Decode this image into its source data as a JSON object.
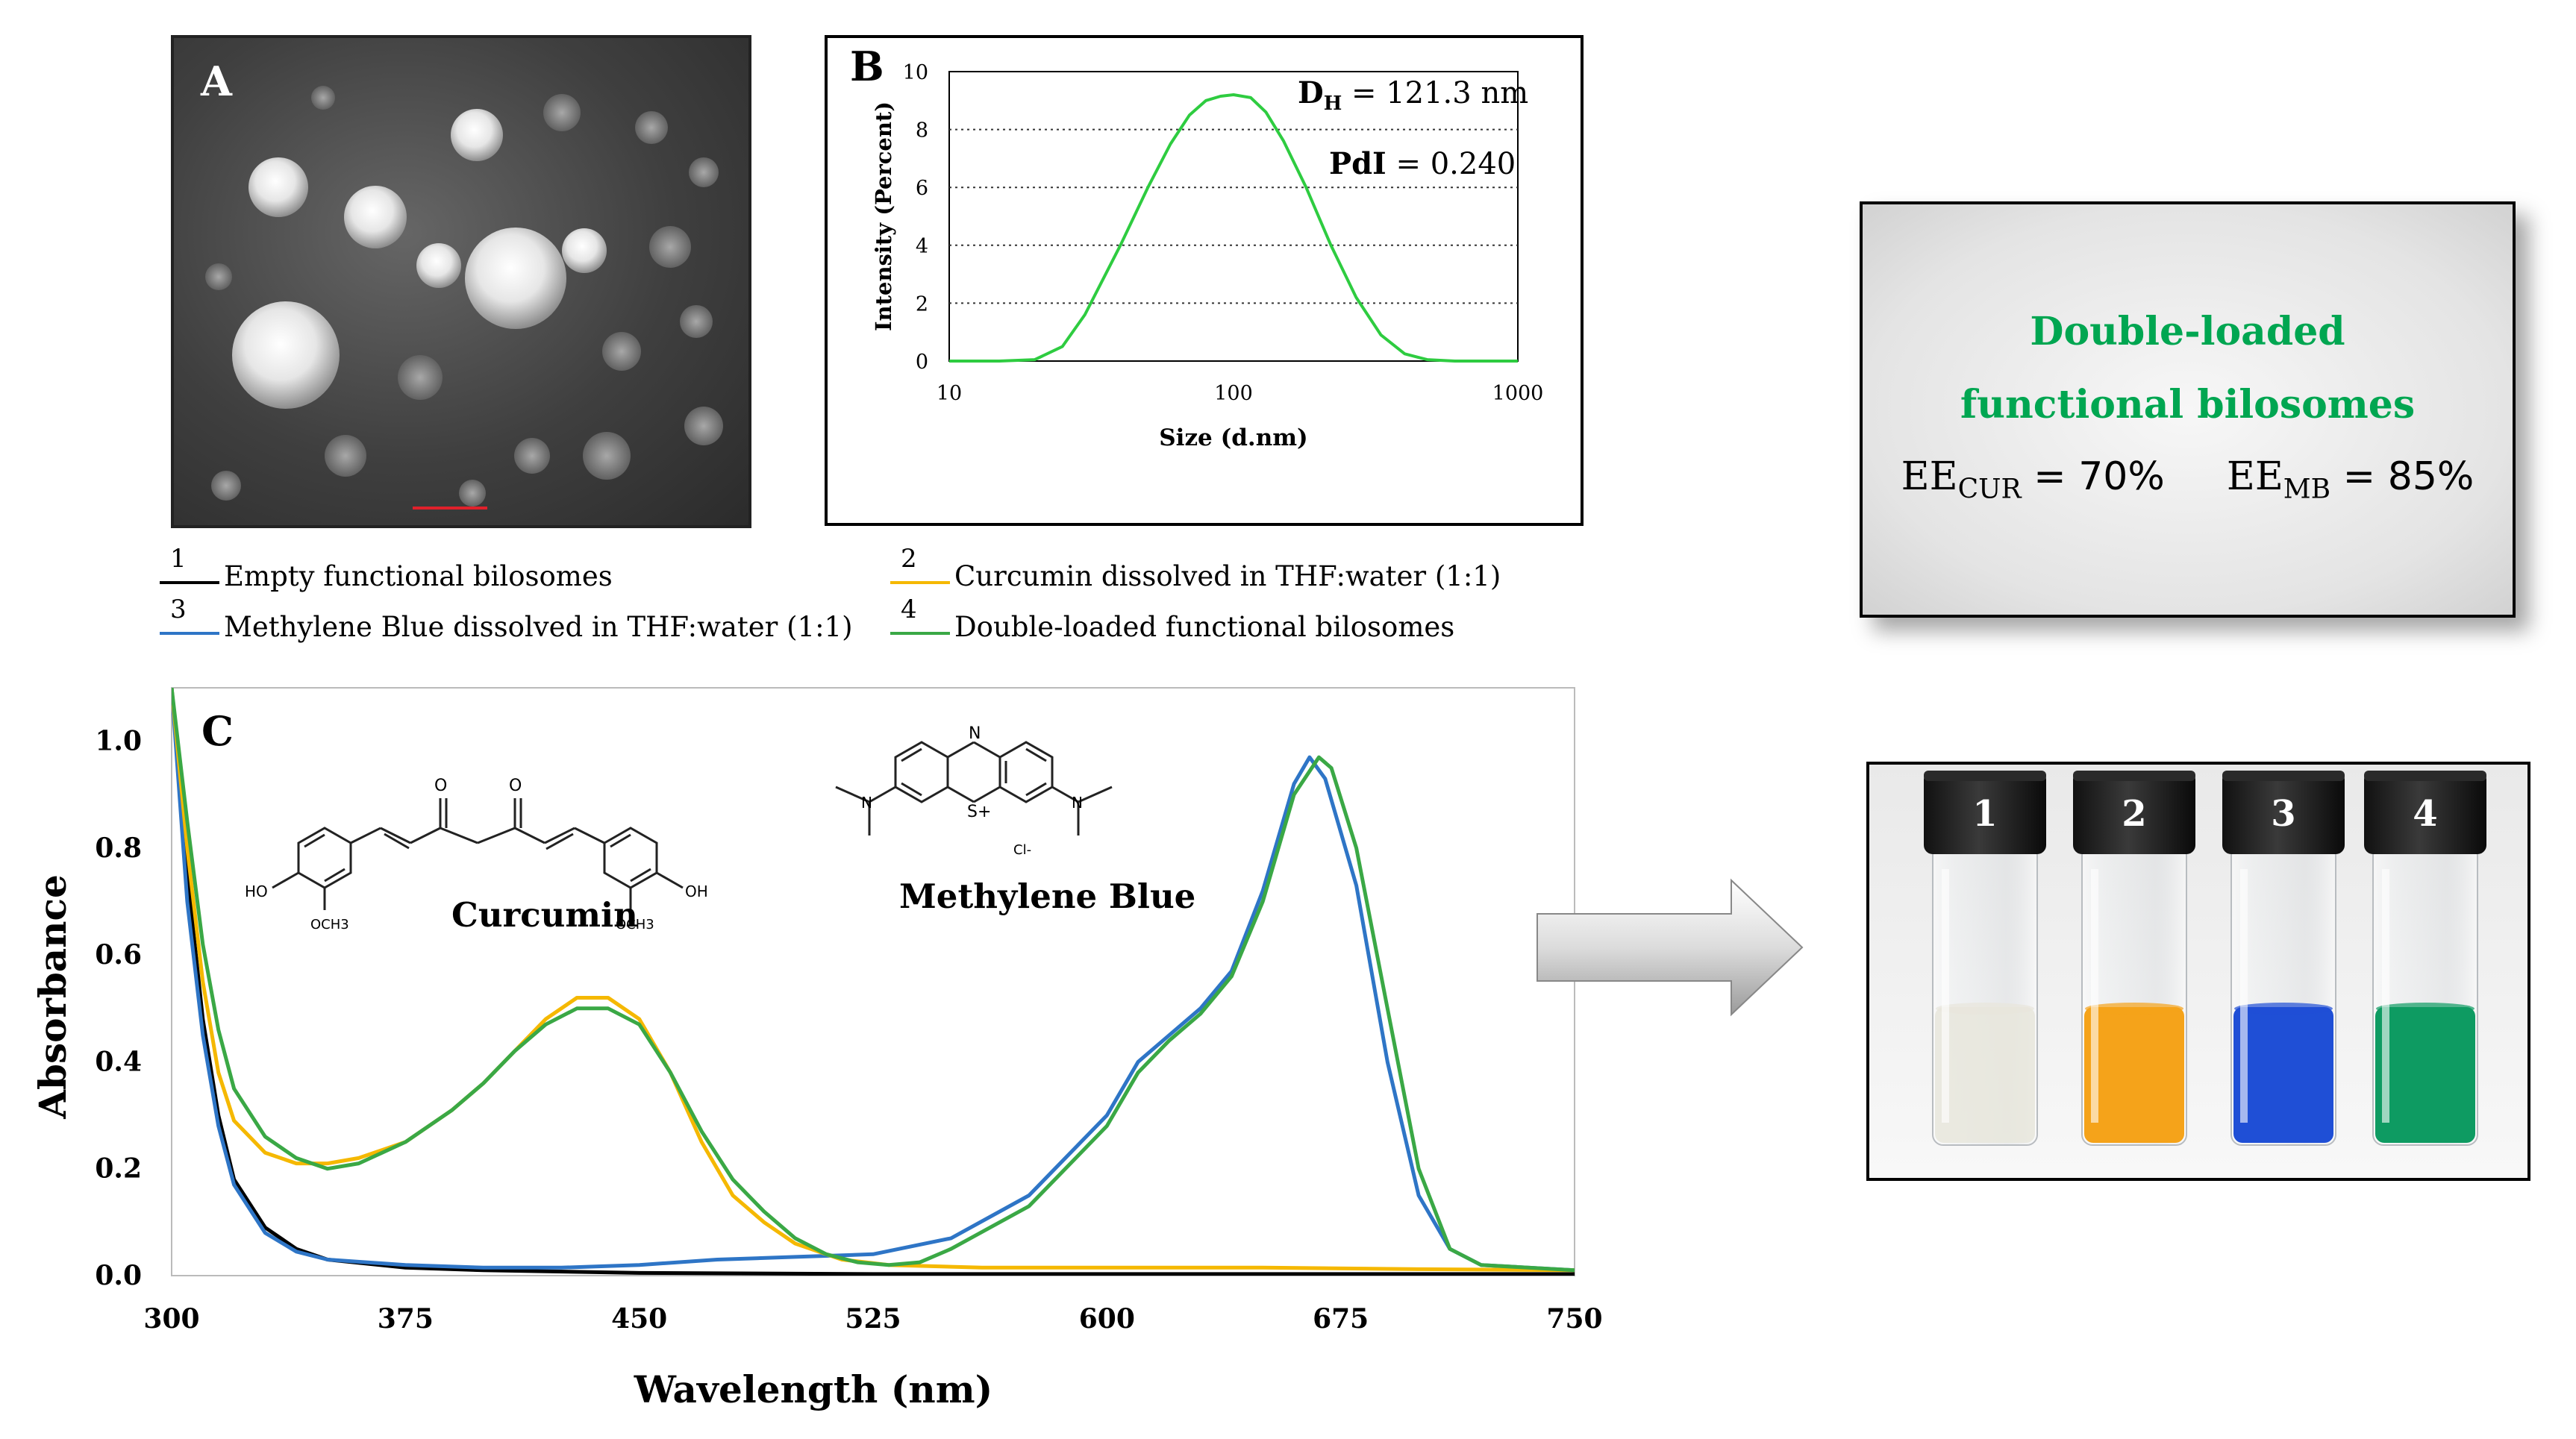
{
  "panel_a": {
    "letter": "A"
  },
  "panel_b": {
    "letter": "B",
    "annotation_dh_main": "D",
    "annotation_dh_sub": "H",
    "annotation_dh_value": " = 121.3 nm",
    "annotation_pdi_label": "PdI",
    "annotation_pdi_value": " = 0.240"
  },
  "legend": [
    {
      "num": "1",
      "label": "Empty functional bilosomes",
      "color": "#000000"
    },
    {
      "num": "2",
      "label": "Curcumin dissolved in THF:water (1:1)",
      "color": "#f5b800"
    },
    {
      "num": "3",
      "label": "Methylene Blue dissolved in THF:water (1:1)",
      "color": "#2e75c6"
    },
    {
      "num": "4",
      "label": "Double-loaded functional bilosomes",
      "color": "#3aa845"
    }
  ],
  "panel_c": {
    "letter": "C",
    "curcumin_label": "Curcumin",
    "mb_label": "Methylene Blue",
    "curcumin_subs": {
      "ho": "HO",
      "och3_left": "OCH3",
      "och3_right": "OCH3",
      "oh": "OH",
      "o1": "O",
      "o2": "O"
    },
    "mb_subs": {
      "n_top": "N",
      "s_plus": "S+",
      "cl": "Cl-",
      "n_left": "N",
      "n_right": "N"
    }
  },
  "ee_box": {
    "title_line1": "Double-loaded",
    "title_line2": "functional bilosomes",
    "ee_cur_main": "EE",
    "ee_cur_sub": "CUR",
    "ee_cur_value": "= 70%",
    "ee_mb_main": "EE",
    "ee_mb_sub": "MB",
    "ee_mb_value": "= 85%",
    "title_color": "#00a651"
  },
  "photo": {
    "vials": [
      {
        "label": "1",
        "liquid_color": "#e8e6dc"
      },
      {
        "label": "2",
        "liquid_color": "#f5a31a"
      },
      {
        "label": "3",
        "liquid_color": "#1f4fd6"
      },
      {
        "label": "4",
        "liquid_color": "#0e9b62"
      }
    ]
  },
  "chart_data": [
    {
      "type": "line",
      "title": "",
      "xlabel": "Size (d.nm)",
      "ylabel": "Intensity (Percent)",
      "xscale": "log",
      "xlim": [
        10,
        1000
      ],
      "ylim": [
        0,
        10
      ],
      "xticks": [
        "10",
        "100",
        "1000"
      ],
      "yticks": [
        "0",
        "2",
        "4",
        "6",
        "8",
        "10"
      ],
      "grid": "dotted horizontal",
      "series": [
        {
          "color": "#2ecc40",
          "points": [
            [
              10,
              0
            ],
            [
              15,
              0
            ],
            [
              20,
              0.05
            ],
            [
              25,
              0.5
            ],
            [
              30,
              1.6
            ],
            [
              40,
              4.0
            ],
            [
              50,
              6.0
            ],
            [
              60,
              7.5
            ],
            [
              70,
              8.5
            ],
            [
              80,
              9.0
            ],
            [
              90,
              9.15
            ],
            [
              100,
              9.2
            ],
            [
              115,
              9.1
            ],
            [
              130,
              8.6
            ],
            [
              150,
              7.6
            ],
            [
              180,
              6.0
            ],
            [
              220,
              4.0
            ],
            [
              270,
              2.2
            ],
            [
              330,
              0.9
            ],
            [
              400,
              0.25
            ],
            [
              480,
              0.05
            ],
            [
              600,
              0
            ],
            [
              1000,
              0
            ]
          ]
        }
      ]
    },
    {
      "type": "line",
      "title": "",
      "xlabel": "Wavelength (nm)",
      "ylabel": "Absorbance",
      "xlim": [
        300,
        750
      ],
      "ylim": [
        0,
        1.1
      ],
      "xticks": [
        "300",
        "375",
        "450",
        "525",
        "600",
        "675",
        "750"
      ],
      "yticks": [
        "0.0",
        "0.2",
        "0.4",
        "0.6",
        "0.8",
        "1.0"
      ],
      "series": [
        {
          "name": "Empty functional bilosomes",
          "color": "#000000",
          "points": [
            [
              300,
              1.1
            ],
            [
              305,
              0.75
            ],
            [
              310,
              0.48
            ],
            [
              315,
              0.3
            ],
            [
              320,
              0.18
            ],
            [
              330,
              0.09
            ],
            [
              340,
              0.05
            ],
            [
              350,
              0.03
            ],
            [
              375,
              0.015
            ],
            [
              400,
              0.01
            ],
            [
              450,
              0.005
            ],
            [
              525,
              0.003
            ],
            [
              600,
              0.003
            ],
            [
              675,
              0.003
            ],
            [
              750,
              0.003
            ]
          ]
        },
        {
          "name": "Curcumin dissolved in THF:water (1:1)",
          "color": "#f5b800",
          "points": [
            [
              300,
              1.1
            ],
            [
              305,
              0.8
            ],
            [
              310,
              0.55
            ],
            [
              315,
              0.38
            ],
            [
              320,
              0.29
            ],
            [
              330,
              0.23
            ],
            [
              340,
              0.21
            ],
            [
              350,
              0.21
            ],
            [
              360,
              0.22
            ],
            [
              375,
              0.25
            ],
            [
              390,
              0.31
            ],
            [
              400,
              0.36
            ],
            [
              410,
              0.42
            ],
            [
              420,
              0.48
            ],
            [
              430,
              0.52
            ],
            [
              440,
              0.52
            ],
            [
              450,
              0.48
            ],
            [
              460,
              0.38
            ],
            [
              470,
              0.25
            ],
            [
              480,
              0.15
            ],
            [
              490,
              0.1
            ],
            [
              500,
              0.06
            ],
            [
              515,
              0.03
            ],
            [
              530,
              0.02
            ],
            [
              560,
              0.015
            ],
            [
              600,
              0.015
            ],
            [
              650,
              0.015
            ],
            [
              700,
              0.012
            ],
            [
              750,
              0.01
            ]
          ]
        },
        {
          "name": "Methylene Blue dissolved in THF:water (1:1)",
          "color": "#2e75c6",
          "points": [
            [
              300,
              1.1
            ],
            [
              305,
              0.7
            ],
            [
              310,
              0.45
            ],
            [
              315,
              0.28
            ],
            [
              320,
              0.17
            ],
            [
              330,
              0.08
            ],
            [
              340,
              0.045
            ],
            [
              350,
              0.03
            ],
            [
              375,
              0.02
            ],
            [
              400,
              0.015
            ],
            [
              425,
              0.015
            ],
            [
              450,
              0.02
            ],
            [
              475,
              0.03
            ],
            [
              500,
              0.035
            ],
            [
              525,
              0.04
            ],
            [
              550,
              0.07
            ],
            [
              575,
              0.15
            ],
            [
              600,
              0.3
            ],
            [
              610,
              0.4
            ],
            [
              620,
              0.45
            ],
            [
              630,
              0.5
            ],
            [
              640,
              0.57
            ],
            [
              650,
              0.72
            ],
            [
              660,
              0.92
            ],
            [
              665,
              0.97
            ],
            [
              670,
              0.93
            ],
            [
              680,
              0.73
            ],
            [
              690,
              0.4
            ],
            [
              700,
              0.15
            ],
            [
              710,
              0.05
            ],
            [
              720,
              0.02
            ],
            [
              750,
              0.01
            ]
          ]
        },
        {
          "name": "Double-loaded functional bilosomes",
          "color": "#3aa845",
          "points": [
            [
              300,
              1.1
            ],
            [
              305,
              0.85
            ],
            [
              310,
              0.62
            ],
            [
              315,
              0.46
            ],
            [
              320,
              0.35
            ],
            [
              330,
              0.26
            ],
            [
              340,
              0.22
            ],
            [
              350,
              0.2
            ],
            [
              360,
              0.21
            ],
            [
              375,
              0.25
            ],
            [
              390,
              0.31
            ],
            [
              400,
              0.36
            ],
            [
              410,
              0.42
            ],
            [
              420,
              0.47
            ],
            [
              430,
              0.5
            ],
            [
              440,
              0.5
            ],
            [
              450,
              0.47
            ],
            [
              460,
              0.38
            ],
            [
              470,
              0.27
            ],
            [
              480,
              0.18
            ],
            [
              490,
              0.12
            ],
            [
              500,
              0.07
            ],
            [
              510,
              0.04
            ],
            [
              520,
              0.025
            ],
            [
              530,
              0.02
            ],
            [
              540,
              0.025
            ],
            [
              550,
              0.05
            ],
            [
              575,
              0.13
            ],
            [
              600,
              0.28
            ],
            [
              610,
              0.38
            ],
            [
              620,
              0.44
            ],
            [
              630,
              0.49
            ],
            [
              640,
              0.56
            ],
            [
              650,
              0.7
            ],
            [
              660,
              0.9
            ],
            [
              668,
              0.97
            ],
            [
              672,
              0.95
            ],
            [
              680,
              0.8
            ],
            [
              690,
              0.5
            ],
            [
              700,
              0.2
            ],
            [
              710,
              0.05
            ],
            [
              720,
              0.02
            ],
            [
              750,
              0.01
            ]
          ]
        }
      ]
    }
  ]
}
